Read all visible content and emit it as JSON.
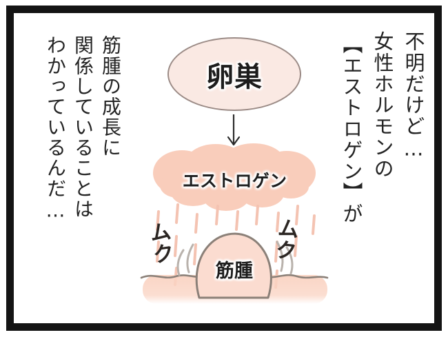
{
  "panel": {
    "border_color": "#141414",
    "background_color": "#ffffff"
  },
  "right_dialogue": {
    "columns": [
      "不明だけど…",
      "女性ホルモンの",
      "【エストロゲン】が"
    ]
  },
  "left_dialogue": {
    "columns": [
      "筋腫の成長に",
      "関係していることは",
      "わかっているんだ…"
    ]
  },
  "diagram": {
    "ovary": {
      "label": "卵巣",
      "fill_color": "#fae9e3",
      "border_color": "#9b8b86"
    },
    "arrow": {
      "icon": "arrow-down-icon",
      "color": "#2a2a2a"
    },
    "cloud": {
      "label": "エストロゲン",
      "fill_color": "#f9cdbb"
    },
    "rain": {
      "icon": "falling-dashes-icon",
      "color": "#f4c3b2",
      "count": 14
    },
    "fibroid": {
      "label": "筋腫",
      "fill_color": "#fbdcd0",
      "outline_color": "#8b8078"
    },
    "uterine_wall": {
      "line_color": "#8b8078",
      "base_fill_color": "#fad3c2"
    },
    "sound_effects": [
      {
        "text": "ムク",
        "side": "left"
      },
      {
        "text": "ムク",
        "side": "right"
      }
    ],
    "motion_arcs": {
      "icon": "motion-swoosh-icon",
      "color": "#b9b2ac"
    }
  }
}
